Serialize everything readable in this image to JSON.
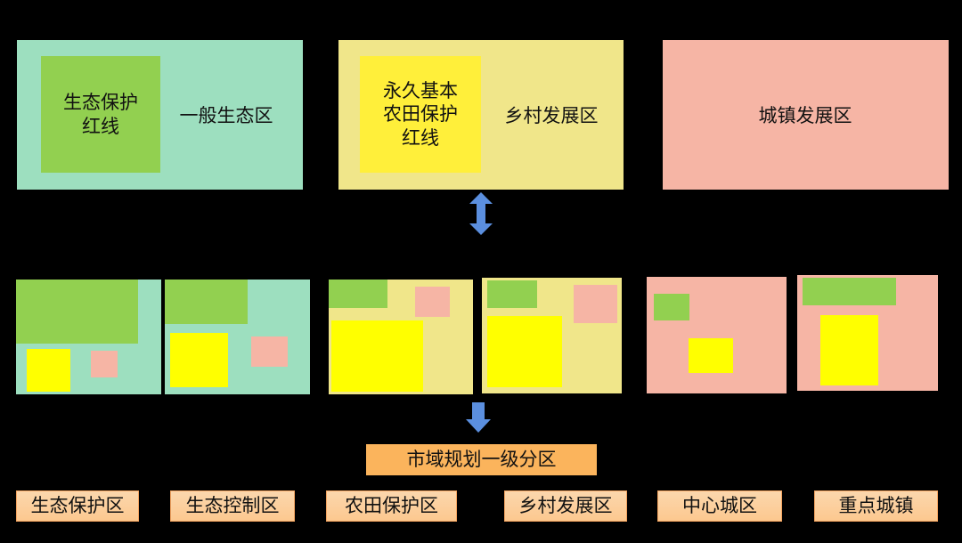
{
  "top": {
    "ecology": {
      "inner": "生态保护\n红线",
      "outer": "一般生态区"
    },
    "farmland": {
      "inner": "永久基本\n农田保护\n红线",
      "outer": "乡村发展区"
    },
    "urban": {
      "outer": "城镇发展区"
    }
  },
  "title": "市域规划一级分区",
  "zones": [
    "生态保护区",
    "生态控制区",
    "农田保护区",
    "乡村发展区",
    "中心城区",
    "重点城镇"
  ],
  "colors": {
    "ecology": "#9ddfbf",
    "ecoRedline": "#92d050",
    "farmland": "#f0e68a",
    "farmRedline": "#ffef3a",
    "urban": "#f6b5a5",
    "arrow": "#5b8fdf",
    "title": "#fbb45c"
  }
}
